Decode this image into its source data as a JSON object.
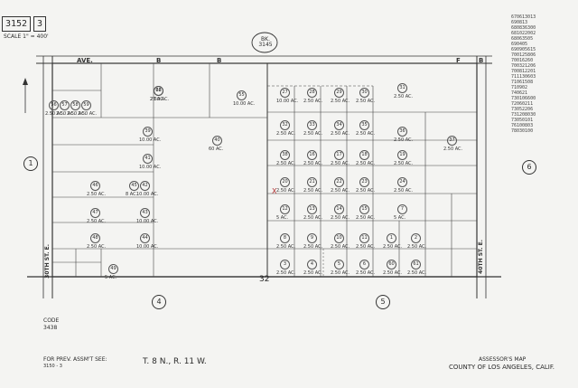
{
  "header": {
    "map_book": "3152",
    "map_page": "3",
    "scale": "SCALE 1\" = 400'",
    "book_ref": "BK. 3145"
  },
  "streets": {
    "top": "AVE.",
    "top_letters": [
      "B",
      "B",
      "F",
      "B"
    ],
    "left": "30TH ST. E.",
    "right": "40TH ST. E."
  },
  "section_numbers": [
    "1",
    "6",
    "4",
    "5",
    "32"
  ],
  "parcels": [
    {
      "no": "26",
      "area": "25 AC."
    },
    {
      "no": "55",
      "area": "10.00 AC."
    },
    {
      "no": "56",
      "area": "2.50 AC."
    },
    {
      "no": "57",
      "area": "2.50 AC."
    },
    {
      "no": "58",
      "area": "2.50 AC."
    },
    {
      "no": "59",
      "area": "2.50 AC."
    },
    {
      "no": "39",
      "area": "10.00 AC."
    },
    {
      "no": "40",
      "area": "60 AC."
    },
    {
      "no": "41",
      "area": "10.00 AC."
    },
    {
      "no": "42",
      "area": "10.00 AC."
    },
    {
      "no": "43",
      "area": "10.00 AC."
    },
    {
      "no": "44",
      "area": "10.00 AC."
    },
    {
      "no": "45",
      "area": "8 AC."
    },
    {
      "no": "46",
      "area": "2.50 AC."
    },
    {
      "no": "47",
      "area": "2.50 AC."
    },
    {
      "no": "48",
      "area": "2.50 AC."
    },
    {
      "no": "49",
      "area": "5 AC."
    },
    {
      "no": "27",
      "area": "10.00 AC."
    },
    {
      "no": "28",
      "area": "2.50 AC."
    },
    {
      "no": "29",
      "area": "2.50 AC."
    },
    {
      "no": "30",
      "area": "2.50 AC."
    },
    {
      "no": "31",
      "area": "2.50 AC."
    },
    {
      "no": "32",
      "area": "2.50 AC."
    },
    {
      "no": "33",
      "area": "2.50 AC."
    },
    {
      "no": "34",
      "area": "2.50 AC."
    },
    {
      "no": "35",
      "area": "2.50 AC."
    },
    {
      "no": "36",
      "area": "2.50 AC."
    },
    {
      "no": "37",
      "area": "2.50 AC."
    },
    {
      "no": "38",
      "area": "2.50 AC."
    },
    {
      "no": "16",
      "area": "2.50 AC."
    },
    {
      "no": "17",
      "area": "2.50 AC."
    },
    {
      "no": "18",
      "area": "2.50 AC."
    },
    {
      "no": "19",
      "area": "2.50 AC."
    },
    {
      "no": "20",
      "area": "2.50 AC."
    },
    {
      "no": "21",
      "area": "2.50 AC."
    },
    {
      "no": "22",
      "area": "2.50 AC."
    },
    {
      "no": "23",
      "area": "2.50 AC."
    },
    {
      "no": "24",
      "area": "2.50 AC."
    },
    {
      "no": "12",
      "area": "5 AC."
    },
    {
      "no": "13",
      "area": "2.50 AC."
    },
    {
      "no": "14",
      "area": "2.50 AC."
    },
    {
      "no": "15",
      "area": "2.50 AC."
    },
    {
      "no": "7",
      "area": "5 AC."
    },
    {
      "no": "8",
      "area": "2.50 AC."
    },
    {
      "no": "9",
      "area": "2.50 AC."
    },
    {
      "no": "10",
      "area": "2.50 AC."
    },
    {
      "no": "11",
      "area": "2.50 AC."
    },
    {
      "no": "1",
      "area": "2.50 AC."
    },
    {
      "no": "2",
      "area": "2.50 AC."
    },
    {
      "no": "3",
      "area": "2.50 AC."
    },
    {
      "no": "4",
      "area": "2.50 AC."
    },
    {
      "no": "5",
      "area": "2.50 AC."
    },
    {
      "no": "6",
      "area": "2.50 AC."
    },
    {
      "no": "60",
      "area": "2.50 AC."
    },
    {
      "no": "61",
      "area": "2.50 AC."
    },
    {
      "no": "62",
      "area": "2.50 AC."
    }
  ],
  "change_list": [
    "670613013",
    "690813",
    "680836300",
    "681022002",
    "68063505",
    "690405",
    "690905615",
    "700125806",
    "70016260",
    "700321206",
    "700812201",
    "711130603",
    "71061508",
    "710902",
    "740621",
    "730106600",
    "72060211",
    "73052206",
    "731208030",
    "73050101",
    "76100803",
    "78030100"
  ],
  "footer": {
    "code_label": "CODE",
    "code": "3438",
    "prev_assmt_label": "FOR PREV. ASSM'T SEE:",
    "prev_assmt": "3150 - 3",
    "township": "T. 8 N., R. 11 W.",
    "assessor_title": "ASSESSOR'S MAP",
    "county": "COUNTY OF LOS ANGELES, CALIF."
  }
}
